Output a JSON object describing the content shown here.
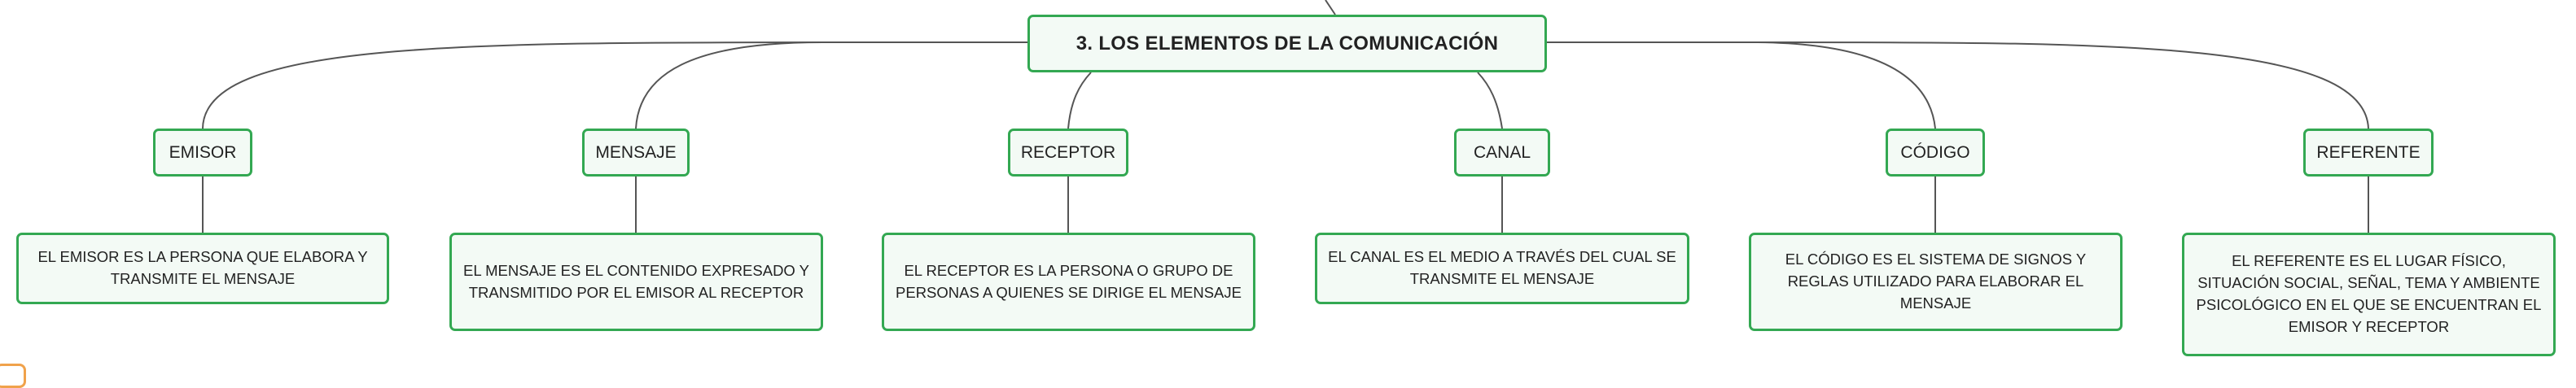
{
  "root": {
    "label": "3. LOS ELEMENTOS DE LA COMUNICACIÓN"
  },
  "branches": [
    {
      "topic": "EMISOR",
      "description": "EL EMISOR ES LA PERSONA QUE ELABORA Y TRANSMITE EL MENSAJE"
    },
    {
      "topic": "MENSAJE",
      "description": "EL MENSAJE ES EL CONTENIDO EXPRESADO Y TRANSMITIDO POR EL EMISOR AL RECEPTOR"
    },
    {
      "topic": "RECEPTOR",
      "description": "EL RECEPTOR ES LA PERSONA O GRUPO DE PERSONAS A QUIENES SE DIRIGE EL MENSAJE"
    },
    {
      "topic": "CANAL",
      "description": "EL CANAL ES EL MEDIO A TRAVÉS DEL CUAL SE TRANSMITE EL MENSAJE"
    },
    {
      "topic": "CÓDIGO",
      "description": "EL CÓDIGO ES EL SISTEMA DE SIGNOS Y REGLAS UTILIZADO PARA ELABORAR EL MENSAJE"
    },
    {
      "topic": "REFERENTE",
      "description": "EL REFERENTE ES EL LUGAR FÍSICO, SITUACIÓN SOCIAL, SEÑAL, TEMA Y AMBIENTE PSICOLÓGICO EN EL QUE SE ENCUENTRAN EL EMISOR Y RECEPTOR"
    }
  ],
  "colors": {
    "node_border": "#33a852",
    "node_fill": "#f3faf5",
    "connector": "#555555",
    "corner_mark": "#f0a24b"
  }
}
